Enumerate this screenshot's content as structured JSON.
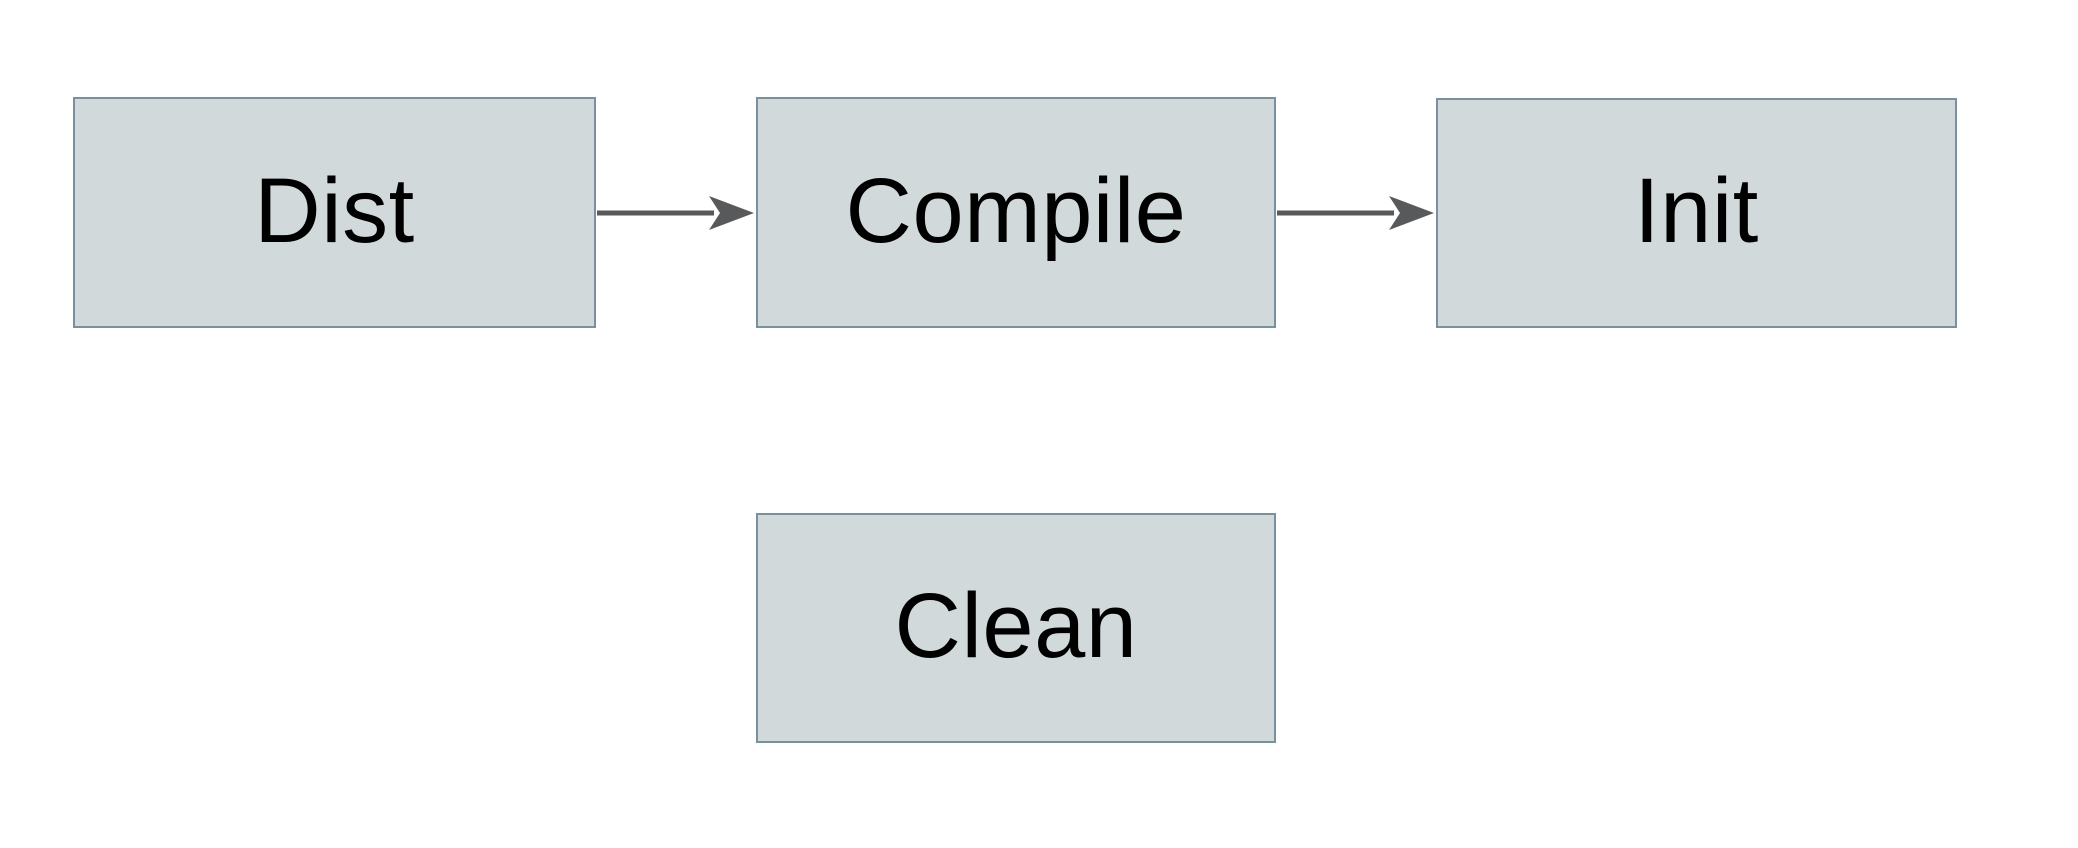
{
  "diagram": {
    "type": "flowchart",
    "background": "#ffffff",
    "nodes": [
      {
        "id": "dist",
        "label": "Dist"
      },
      {
        "id": "compile",
        "label": "Compile"
      },
      {
        "id": "init",
        "label": "Init"
      },
      {
        "id": "clean",
        "label": "Clean"
      }
    ],
    "edges": [
      {
        "from": "Dist",
        "to": "Compile",
        "direction": "right"
      },
      {
        "from": "Compile",
        "to": "Init",
        "direction": "right"
      }
    ],
    "colors": {
      "node_fill": "#d1d9db",
      "node_border": "#7a909e",
      "arrow": "#58595b",
      "label_text": "#000000"
    }
  }
}
